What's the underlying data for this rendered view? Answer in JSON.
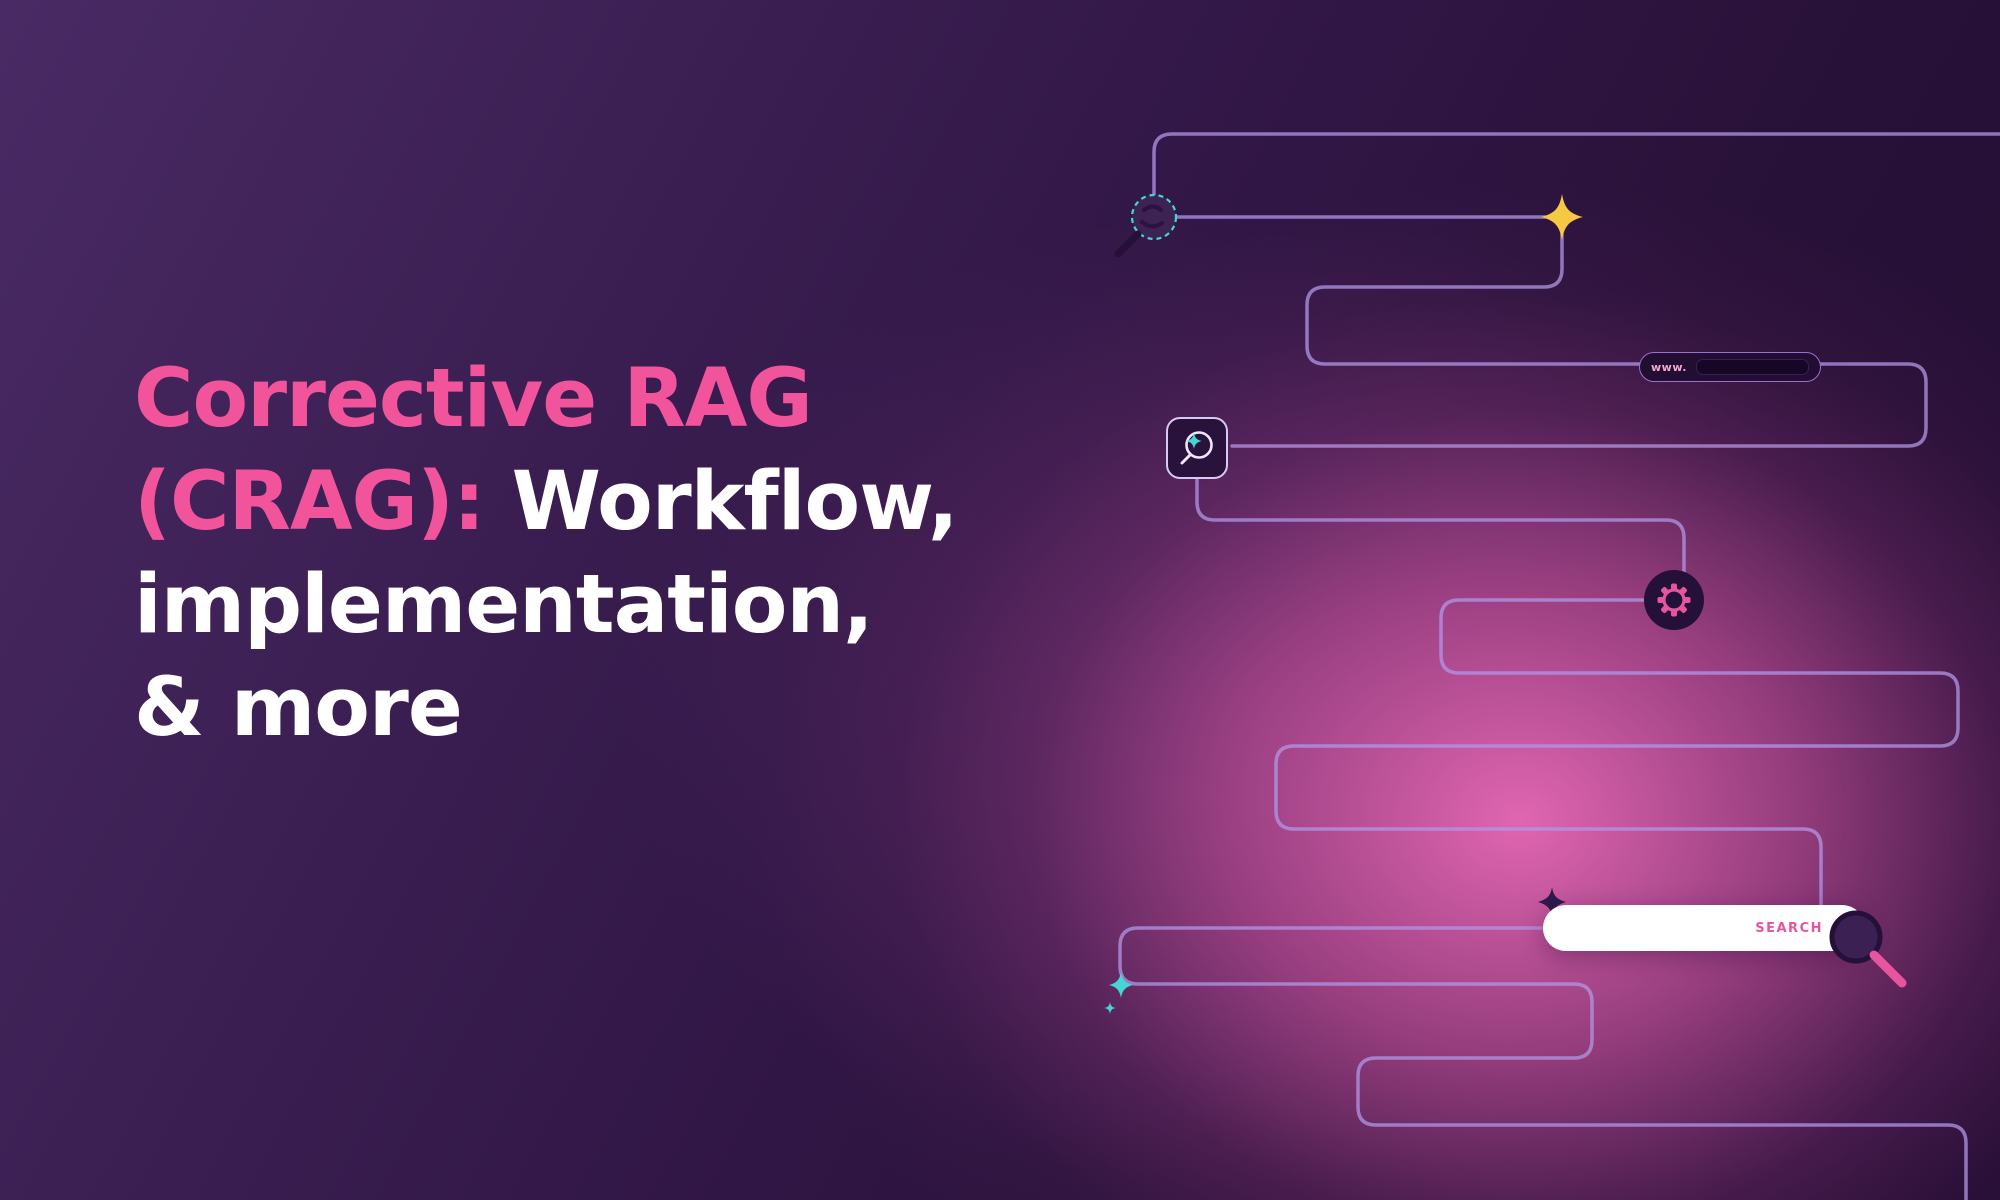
{
  "hero": {
    "title": {
      "line1": "Corrective RAG",
      "line2_accent": "(CRAG):",
      "line2_rest": " Workflow,",
      "line3": "implementation,",
      "line4": "& more"
    }
  },
  "illustration": {
    "browser_pill": {
      "label": "www."
    },
    "search_bar": {
      "button_label": "SEARCH"
    },
    "icons": [
      "magnifier-globe-icon",
      "yellow-sparkle-icon",
      "ai-search-icon",
      "gear-icon",
      "purple-sparkle-icon",
      "search-magnifier-icon",
      "teal-sparkle-icon"
    ]
  },
  "colors": {
    "accent_pink": "#F2549C",
    "title_white": "#FFFFFF",
    "path_purple": "#B197E6",
    "star_yellow": "#F6C945",
    "sparkle_teal": "#45D5D5",
    "glow_magenta": "#D45CA8",
    "background_dark": "#2A1040"
  }
}
